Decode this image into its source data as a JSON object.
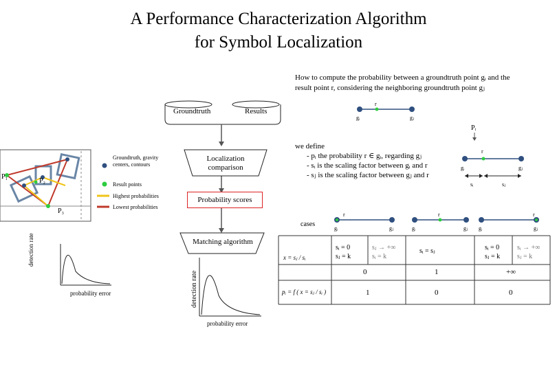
{
  "title": {
    "line1": "A Performance Characterization Algorithm",
    "line2": "for Symbol Localization"
  },
  "question": {
    "line1": "How to compute the probability between a groundtruth point gᵢ and the",
    "line2": "result point r, considering the neighboring groundtruth point gⱼ"
  },
  "flow": {
    "groundtruth": "Groundtruth",
    "results": "Results",
    "localization": "Localization comparison",
    "probability": "Probability scores",
    "matching": "Matching algorithm"
  },
  "legend": {
    "groundtruth": "Groundtruth, gravity centers, contours",
    "results": "Result points",
    "highest": "Highest probabilities",
    "lowest": "Lowest probabilities"
  },
  "sample_labels": {
    "p1": "P₁",
    "p2": "P₂",
    "p3": "P₃"
  },
  "definition": {
    "line1": "we define",
    "line2": "- pᵢ the probability r ∈ gᵢ, regarding gⱼ",
    "line3": "- sᵢ is the scaling factor between gᵢ and r",
    "line4": "- sⱼ is the scaling factor between gⱼ and r"
  },
  "points": {
    "r": "r",
    "gi": "gᵢ",
    "gj": "gⱼ",
    "pi": "Pᵢ",
    "si": "sᵢ",
    "sj": "sⱼ"
  },
  "cases": {
    "label": "cases",
    "conditions": [
      [
        "sᵢ = 0",
        "sⱼ = k"
      ],
      [
        "sⱼ → +∞",
        "sᵢ = k"
      ],
      [
        "sᵢ = sⱼ"
      ],
      [
        "sᵢ = 0",
        "sⱼ = k"
      ],
      [
        "sᵢ → +∞",
        "sⱼ = k"
      ]
    ],
    "x_row": [
      "0",
      "1",
      "+∞"
    ],
    "p_row": [
      "1",
      "0",
      "0"
    ]
  },
  "formulas": {
    "x": "x = sⱼ / sᵢ",
    "p": "pᵢ = f ( x = sⱼ / sᵢ )"
  },
  "plots": {
    "left_ylabel": "detection rate",
    "left_xlabel": "probability error",
    "right_ylabel": "detection rate",
    "right_xlabel": "probability error"
  },
  "colors": {
    "groundtruth_point": "#2f4f7f",
    "result_point": "#2ecc40",
    "highest": "#f0c419",
    "lowest": "#c0392b",
    "red_box": "#dd2222"
  }
}
